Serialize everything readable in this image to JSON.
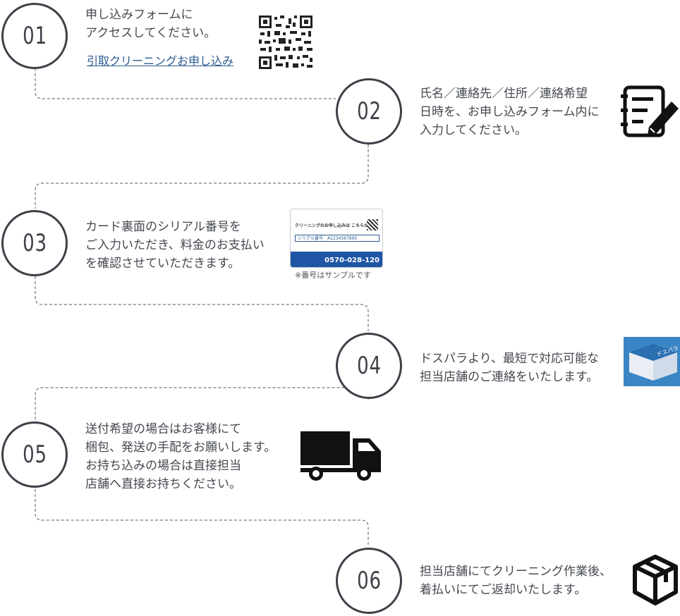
{
  "steps": [
    {
      "num": "01",
      "text": "申し込みフォームに\nアクセスしてください。",
      "link": "引取クリーニングお申し込み",
      "icon": "qr-code-icon"
    },
    {
      "num": "02",
      "text": "氏名／連絡先／住所／連絡希望\n日時を、お申し込みフォーム内に\n入力してください。",
      "icon": "form-edit-icon"
    },
    {
      "num": "03",
      "text": "カード裏面のシリアル番号を\nご入力いただき、料金のお支払い\nを確認させていただきます。",
      "icon": "card-image"
    },
    {
      "num": "04",
      "text": "ドスパラより、最短で対応可能な\n担当店舗のご連絡をいたします。",
      "icon": "dospara-brand-icon"
    },
    {
      "num": "05",
      "text": "送付希望の場合はお客様にて\n梱包、発送の手配をお願いします。\nお持ち込みの場合は直接担当\n店舗へ直接お持ちください。",
      "icon": "truck-icon"
    },
    {
      "num": "06",
      "text": "担当店舗にてクリーニング作業後、\n着払いにてご返却いたします。",
      "icon": "package-icon"
    }
  ],
  "card": {
    "label": "クリーニングのお申し込みは こちらから▶",
    "serial": "シリアル番号　A1234567890",
    "phone": "0570-028-120",
    "caption": "※番号はサンプルです"
  },
  "brand": {
    "text": "ドスパラ"
  },
  "colors": {
    "line": "#3d4148",
    "link": "#2c5b92",
    "card_bar": "#1f55a5",
    "brand_bg": "#3a8bc9"
  }
}
